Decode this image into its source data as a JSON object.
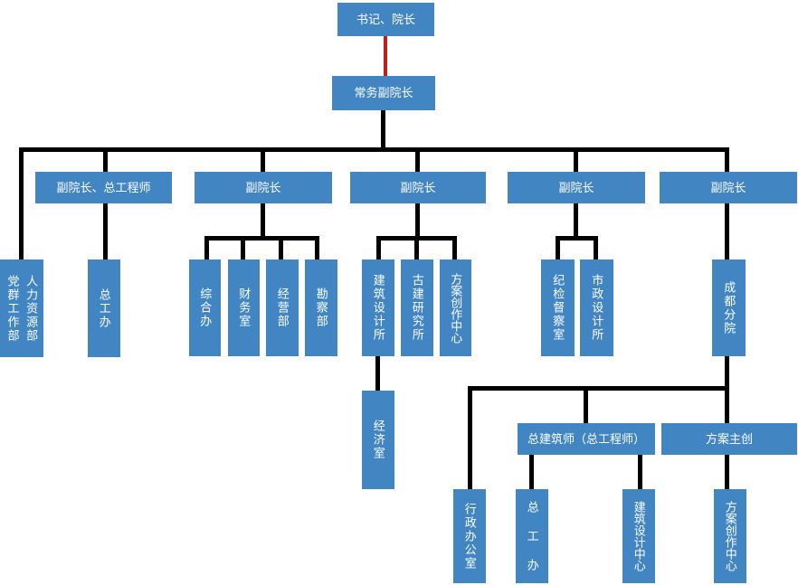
{
  "diagram": {
    "type": "org-chart",
    "colors": {
      "node_fill": "#4285c3",
      "node_text": "#ffffff",
      "connector": "#000000",
      "special_connector": "#c02018"
    },
    "nodes": {
      "secretary_dean": {
        "label": "书记、院长"
      },
      "exec_vice_dean": {
        "label": "常务副院长"
      },
      "vp_chief_engineer": {
        "label": "副院长、总工程师"
      },
      "vp1": {
        "label": "副院长"
      },
      "vp2": {
        "label": "副院长"
      },
      "vp3": {
        "label": "副院长"
      },
      "vp4": {
        "label": "副院长"
      },
      "party_mass_dept": {
        "label": "党群工作部"
      },
      "hr_dept": {
        "label": "人力资源部"
      },
      "chief_eng_office": {
        "label": "总工办"
      },
      "general_office": {
        "label": "综合办"
      },
      "finance_office": {
        "label": "财务室"
      },
      "operations_dept": {
        "label": "经营部"
      },
      "survey_dept": {
        "label": "勘察部"
      },
      "arch_design_inst": {
        "label": "建筑设计所"
      },
      "ancient_arch_inst": {
        "label": "古建研究所"
      },
      "scheme_center_a": {
        "label": "方案创作中心"
      },
      "discipline_office": {
        "label": "纪检督察室"
      },
      "municipal_inst": {
        "label": "市政设计所"
      },
      "chengdu_branch": {
        "label": "成都分院"
      },
      "economy_office": {
        "label": "经济室"
      },
      "chief_architect": {
        "label": "总建筑师（总工程师）"
      },
      "scheme_lead": {
        "label": "方案主创"
      },
      "admin_office": {
        "label": "行政办公室"
      },
      "chief_eng_office_2": {
        "label": "总 工 办"
      },
      "arch_design_center": {
        "label": "建筑设计中心"
      },
      "scheme_center_b": {
        "label": "方案创作中心"
      }
    }
  }
}
